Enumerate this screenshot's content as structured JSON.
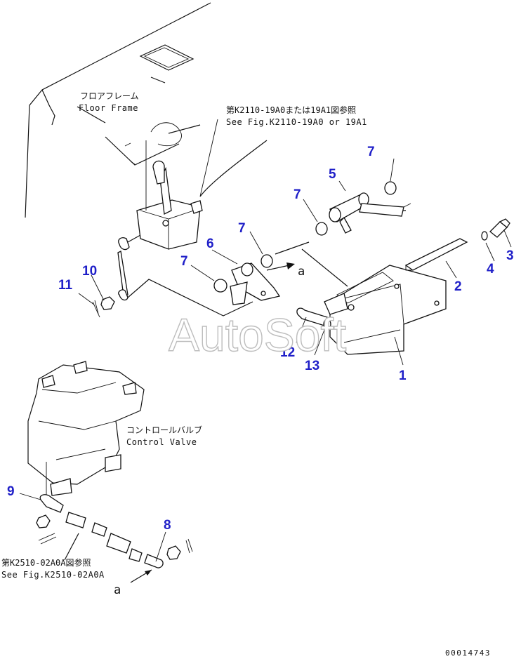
{
  "references": {
    "floor_frame_jp": "フロアフレーム",
    "floor_frame_en": "Floor Frame",
    "fig_lever_jp": "第K2110-19A0または19A1図参照",
    "fig_lever_en": "See Fig.K2110-19A0 or 19A1",
    "control_valve_jp": "コントロールバルブ",
    "control_valve_en": "Control Valve",
    "fig_valve_jp": "第K2510-02A0A図参照",
    "fig_valve_en": "See Fig.K2510-02A0A"
  },
  "section_markers": [
    "a",
    "a"
  ],
  "part_numbers": [
    "1",
    "2",
    "3",
    "4",
    "5",
    "6",
    "7",
    "8",
    "9",
    "10",
    "11",
    "12",
    "13"
  ],
  "watermark": "AutoSoft",
  "document_number": "00014743"
}
